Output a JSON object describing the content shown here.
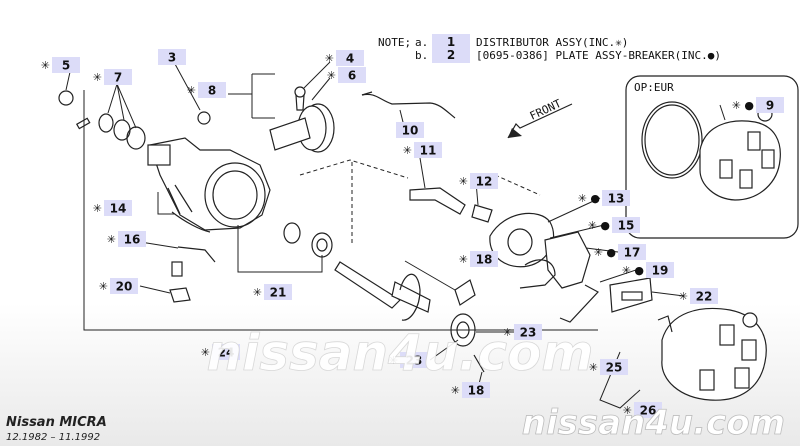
{
  "note": {
    "prefix": "NOTE;",
    "line_a": {
      "marker": "a.",
      "part": "1",
      "text": "DISTRIBUTOR ASSY(INC.✳)"
    },
    "line_b": {
      "marker": "b.",
      "part": "2",
      "text": "[0695-0386] PLATE ASSY-BREAKER(INC.●)"
    }
  },
  "inset_label": "OP:EUR",
  "front_label": "FRONT",
  "callouts": [
    {
      "num": "3",
      "prefix": ""
    },
    {
      "num": "4",
      "prefix": "✳"
    },
    {
      "num": "5",
      "prefix": "✳"
    },
    {
      "num": "6",
      "prefix": "✳"
    },
    {
      "num": "7",
      "prefix": "✳"
    },
    {
      "num": "8",
      "prefix": "✳"
    },
    {
      "num": "9",
      "prefix": "✳ ●"
    },
    {
      "num": "10",
      "prefix": ""
    },
    {
      "num": "11",
      "prefix": "✳"
    },
    {
      "num": "12",
      "prefix": "✳"
    },
    {
      "num": "13",
      "prefix": "✳ ●"
    },
    {
      "num": "14",
      "prefix": "✳"
    },
    {
      "num": "15",
      "prefix": "✳ ●"
    },
    {
      "num": "16",
      "prefix": "✳"
    },
    {
      "num": "17",
      "prefix": "✳ ●"
    },
    {
      "num": "18",
      "prefix": "✳"
    },
    {
      "num": "19",
      "prefix": "✳ ●"
    },
    {
      "num": "20",
      "prefix": "✳"
    },
    {
      "num": "21",
      "prefix": "✳"
    },
    {
      "num": "22",
      "prefix": "✳"
    },
    {
      "num": "23",
      "prefix": "✳"
    },
    {
      "num": "23",
      "prefix": "✳"
    },
    {
      "num": "24",
      "prefix": "✳"
    },
    {
      "num": "18",
      "prefix": "✳"
    },
    {
      "num": "25",
      "prefix": "✳"
    },
    {
      "num": "26",
      "prefix": "✳"
    }
  ],
  "footer": {
    "model": "Nissan MICRA",
    "dates": "12.1982 – 11.1992"
  },
  "watermark": {
    "center": "nissan4u.com",
    "corner": "nissan4u.com"
  },
  "colors": {
    "label_box": "#dcdcf8",
    "line": "#222222",
    "watermark": "#ffffff"
  }
}
